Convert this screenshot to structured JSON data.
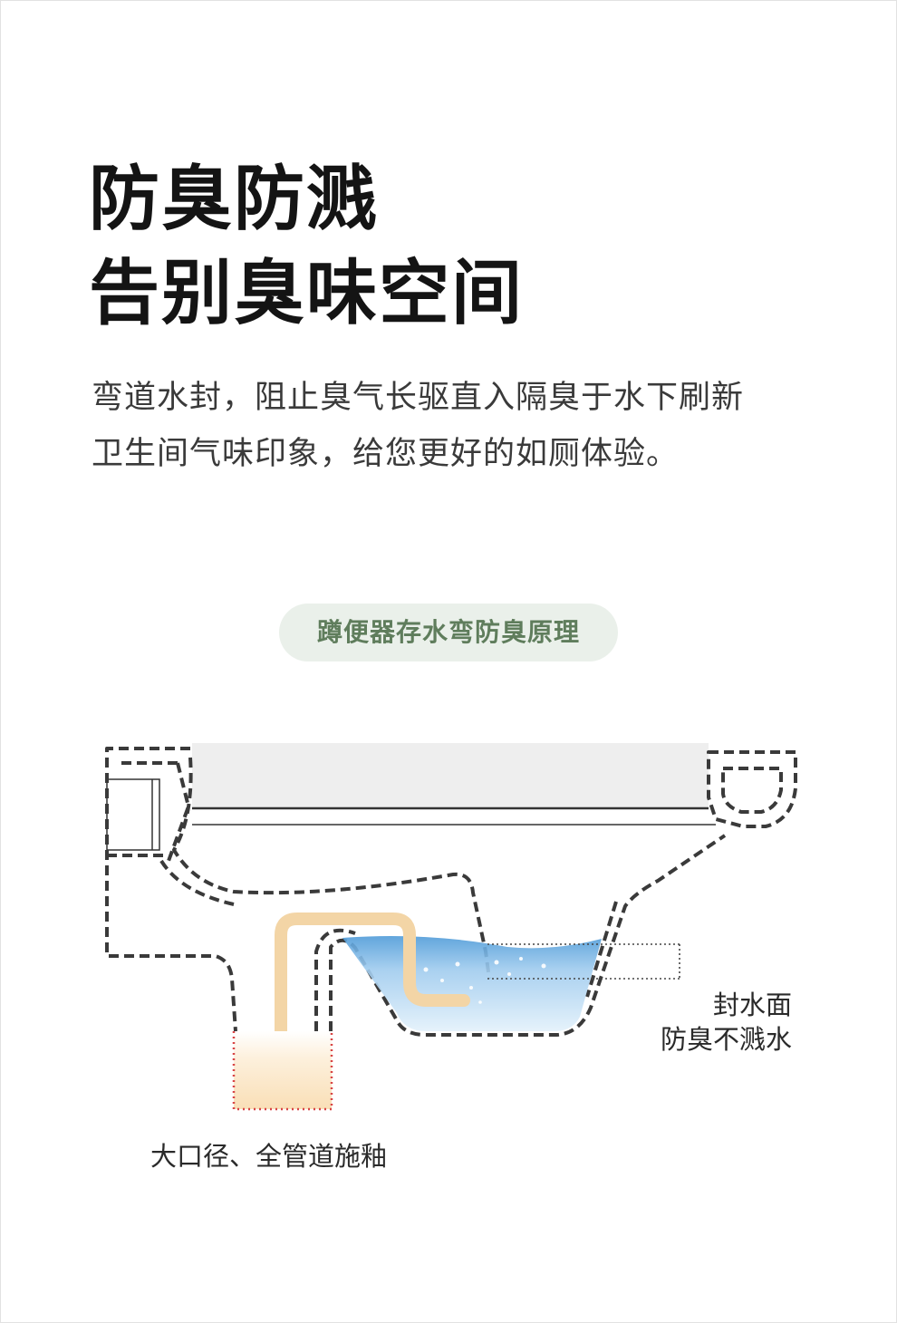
{
  "headline": {
    "line1": "防臭防溅",
    "line2": "告别臭味空间"
  },
  "description": {
    "line1": "弯道水封，阻止臭气长驱直入隔臭于水下刷新",
    "line2": "卫生间气味印象，给您更好的如厕体验。"
  },
  "badge": {
    "label": "蹲便器存水弯防臭原理"
  },
  "diagram": {
    "label_seal_line1": "封水面",
    "label_seal_line2": "防臭不溅水",
    "label_pipe": "大口径、全管道施釉",
    "colors": {
      "outline": "#3a3a3a",
      "water": "#8ec3ea",
      "flow_arrow": "#f3d5a6",
      "pipe_fill": "#fbe6c8",
      "pipe_border": "#d84545",
      "top_surface": "#eeeeee"
    }
  }
}
